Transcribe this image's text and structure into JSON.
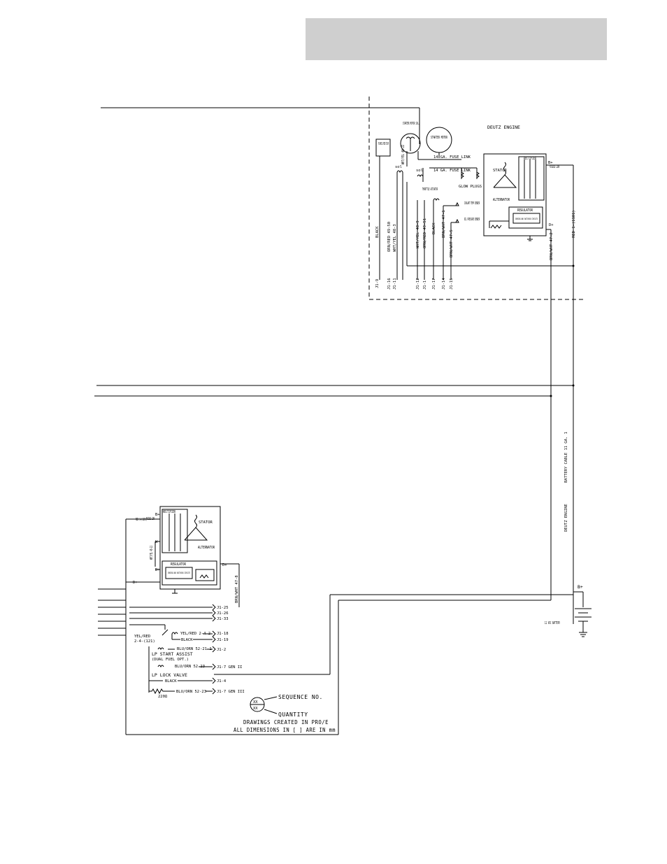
{
  "header": {
    "band_color": "#cfcfcf"
  },
  "engine_box": {
    "title": "DEUTZ ENGINE",
    "flywheel": "FLYWHEEL SPEED PICKUP",
    "starter_sol": "STARTER MOTOR SOL.",
    "starter_motor": "STARTER MOTOR",
    "fuse_link_1": "14 GA. FUSE LINK",
    "fuse_link_2": "14 GA. FUSE LINK",
    "sol_1": "sol",
    "sol_2": "sol",
    "glow_plugs": "GLOW PLUGS",
    "throttle": "THROTTLE ACTUATOR",
    "coolant": "COOLANT TEMP SENDER",
    "oil": "OIL PRESSURE SENDER",
    "alt": {
      "rectifier": "RECTIFIER",
      "stator": "STATOR",
      "alternator": "ALTERNATOR",
      "regulator": "REGULATOR",
      "circuit": "SENSING AND SWITCHING CIRCUITS",
      "fusible": "FUSIBLE LINK",
      "b_plus": "B+",
      "d_plus": "D+"
    },
    "wire_labels": {
      "black_a": "BLACK",
      "orn_red": "ORN/RED 49-50",
      "wht_yel_a": "WHT/YEL 48-3",
      "wht_yel_b": "WHT/YEL 48-9",
      "orn_red_b": "ORN/RED 49-51",
      "black_b": "BLACK",
      "brn_wht_a": "BRN/WHT 47-6",
      "brn_wht_b": "BRN/WHT 47-5",
      "brn_wht_c": "BRN/WHT 47-2",
      "red": "RED 1-(1101)",
      "wht_yel_c": "WHT/YEL 48-22"
    },
    "terminals": [
      "J1-9",
      "J1-16",
      "J1-11",
      "J1-12",
      "J1-1",
      "J1-17",
      "J1-14",
      "J1-15"
    ]
  },
  "battery": {
    "cable": "BATTERY CABLE 11 GA. 1",
    "deutz": "DEUTZ ENGINE",
    "b_plus": "B+",
    "label": "12 VDC BATTERY"
  },
  "lower": {
    "alt": {
      "rectifier": "RECTIFIER",
      "stator": "STATOR",
      "alternator": "ALTERNATOR",
      "regulator": "REGULATOR",
      "circuit": "SENSING AND SWITCHING CIRCUITS",
      "fusible": "FUSIBLE LINK",
      "b_plus": "B+",
      "red_wire": "RED 1-(1101)",
      "wht_wire": "WHT/YEL 48-22",
      "lbl_d": "D+",
      "lbl_w": "W"
    },
    "brn_wht": "BRN/WHT 47-8",
    "terminals": [
      "J1-25",
      "J1-26",
      "J1-33"
    ],
    "yel_red": "YEL/RED",
    "yel_red_num": "2-4-(121)",
    "yel_red_2": "YEL/RED 2-4-2",
    "black_1": "BLACK",
    "j1_18": "J1-18",
    "j1_19": "J1-19",
    "blu_orn_1": "BLU/ORN 52-21-1",
    "j1_2": "J1-2",
    "lp_start": "LP START ASSIST",
    "dual_fuel": "(DUAL FUEL OPT.)",
    "blu_orn_2": "BLU/ORN 52-23",
    "j1_7_gen_ii": "J1-7 GEN II",
    "lp_lock": "LP LOCK VALVE",
    "black_2": "BLACK",
    "j1_4": "J1-4",
    "blu_orn_3": "BLU/ORN 52-23",
    "j1_7_gen_iii": "J1-7 GEN III",
    "resistor": "220Ω"
  },
  "legend": {
    "symbol_top": "XX",
    "symbol_bottom": "XX",
    "sequence": "SEQUENCE NO.",
    "quantity": "QUANTITY",
    "note1": "DRAWINGS CREATED IN PRO/E",
    "note2": "ALL DIMENSIONS IN [ ] ARE IN mm"
  }
}
